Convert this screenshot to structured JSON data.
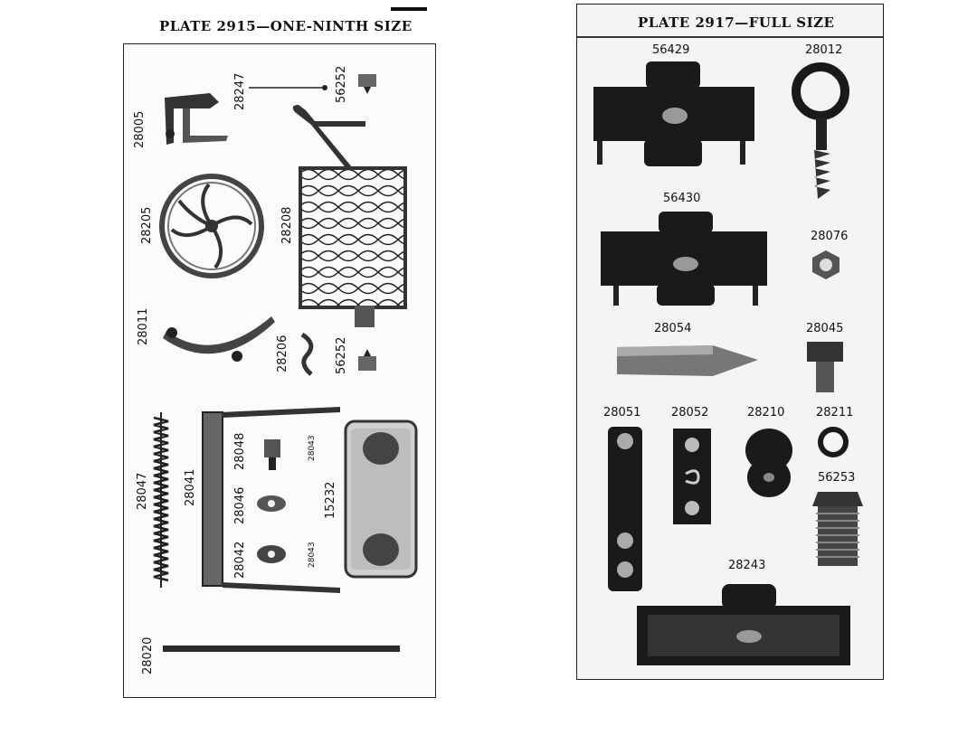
{
  "plate_left": {
    "title": "PLATE 2915—ONE-NINTH SIZE",
    "labels": {
      "p28005": "28005",
      "p28247": "28247",
      "p56252a": "56252",
      "p28205": "28205",
      "p28208": "28208",
      "p28011": "28011",
      "p28206": "28206",
      "p56252b": "56252",
      "p28047": "28047",
      "p28041": "28041",
      "p28048": "28048",
      "p28046": "28046",
      "p28042": "28042",
      "p28043a": "28043",
      "p28043b": "28043",
      "p15232": "15232",
      "p28020": "28020"
    }
  },
  "plate_right": {
    "title": "PLATE 2917—FULL SIZE",
    "labels": {
      "p56429": "56429",
      "p28012": "28012",
      "p56430": "56430",
      "p28076": "28076",
      "p28054": "28054",
      "p28045": "28045",
      "p28051": "28051",
      "p28052": "28052",
      "p28210": "28210",
      "p28211": "28211",
      "p56253": "56253",
      "p28243": "28243"
    }
  },
  "colors": {
    "ink": "#111111",
    "paper": "#fbfbfb",
    "dark_part": "#1a1a1a",
    "mid_part": "#555555"
  }
}
